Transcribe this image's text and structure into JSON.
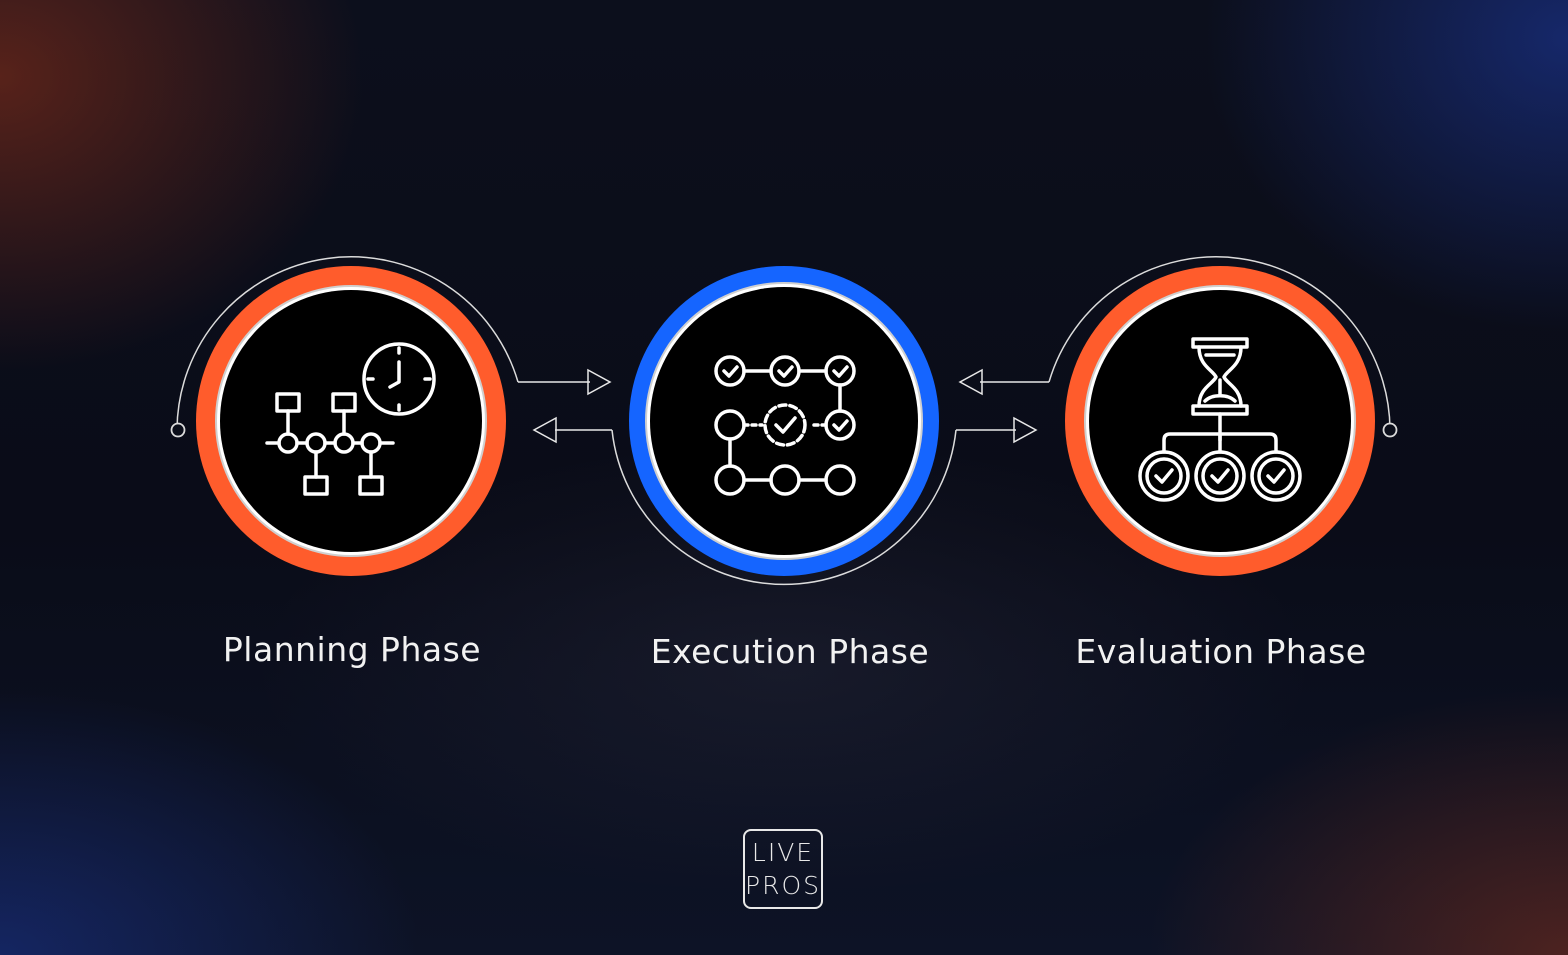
{
  "phases": [
    {
      "label": "Planning Phase",
      "ring_color": "#ff5c2c",
      "icon": "flowchart-clock-icon"
    },
    {
      "label": "Execution Phase",
      "ring_color": "#1565ff",
      "icon": "process-network-gear-icon"
    },
    {
      "label": "Evaluation Phase",
      "ring_color": "#ff5c2c",
      "icon": "hourglass-hierarchy-icon"
    }
  ],
  "logo": {
    "line1": "LIVE",
    "line2": "PROS"
  },
  "colors": {
    "accent_orange": "#ff5c2c",
    "accent_blue": "#1565ff",
    "circle_fill": "#000000",
    "line": "#e8e8e8"
  }
}
